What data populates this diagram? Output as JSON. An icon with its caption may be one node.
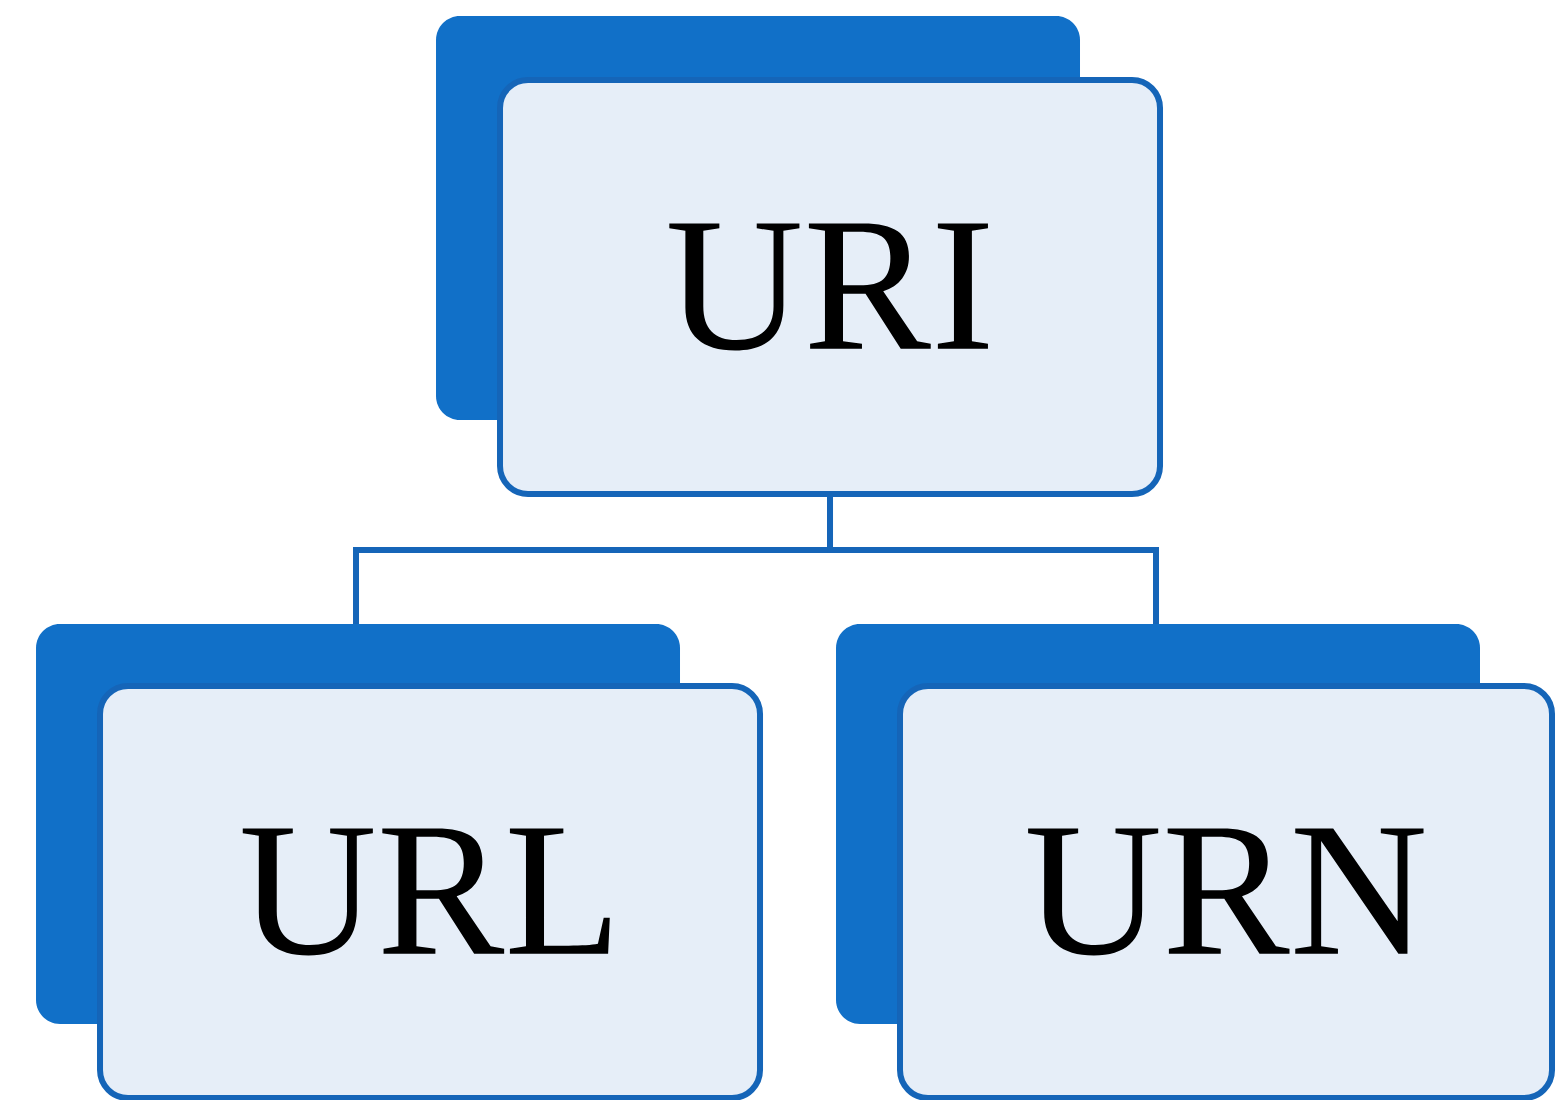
{
  "diagram": {
    "nodes": [
      {
        "text": [
          "URI"
        ]
      },
      {
        "text": [
          "URL"
        ]
      },
      {
        "text": [
          "URN"
        ]
      }
    ],
    "edges": [
      {
        "from": 0,
        "to": 1,
        "arrow": "none"
      },
      {
        "from": 0,
        "to": 2,
        "arrow": "none"
      }
    ]
  }
}
